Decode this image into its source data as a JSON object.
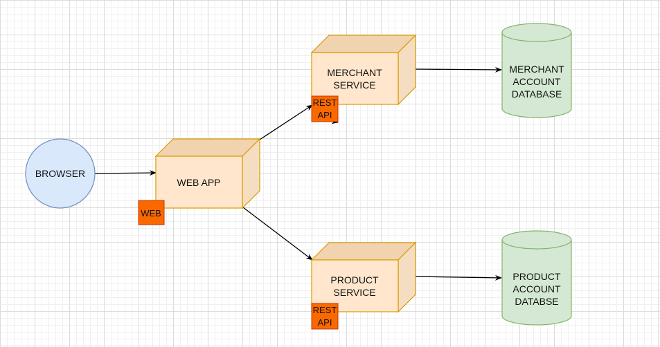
{
  "nodes": {
    "browser": {
      "label": [
        "BROWSER"
      ]
    },
    "web_app": {
      "label": [
        "WEB APP"
      ],
      "tag": [
        "WEB"
      ]
    },
    "merchant_service": {
      "label": [
        "MERCHANT",
        "SERVICE"
      ],
      "tag": [
        "REST",
        "API"
      ]
    },
    "product_service": {
      "label": [
        "PRODUCT",
        "SERVICE"
      ],
      "tag": [
        "REST",
        "API"
      ]
    },
    "merchant_db": {
      "label": [
        "MERCHANT",
        "ACCOUNT",
        "DATABASE"
      ]
    },
    "product_db": {
      "label": [
        "PRODUCT",
        "ACCOUNT",
        "DATABSE"
      ]
    }
  },
  "colors": {
    "cube_fill": "#ffe6cc",
    "cube_top": "#f2d3b0",
    "cube_side": "#f5ddc2",
    "cube_stroke": "#d79b00",
    "tag_fill": "#fa6800",
    "tag_stroke": "#c73500",
    "browser_fill": "#dae8fc",
    "browser_stroke": "#6c8ebf",
    "db_fill": "#d5e8d4",
    "db_stroke": "#82b366",
    "edge": "#000000"
  }
}
